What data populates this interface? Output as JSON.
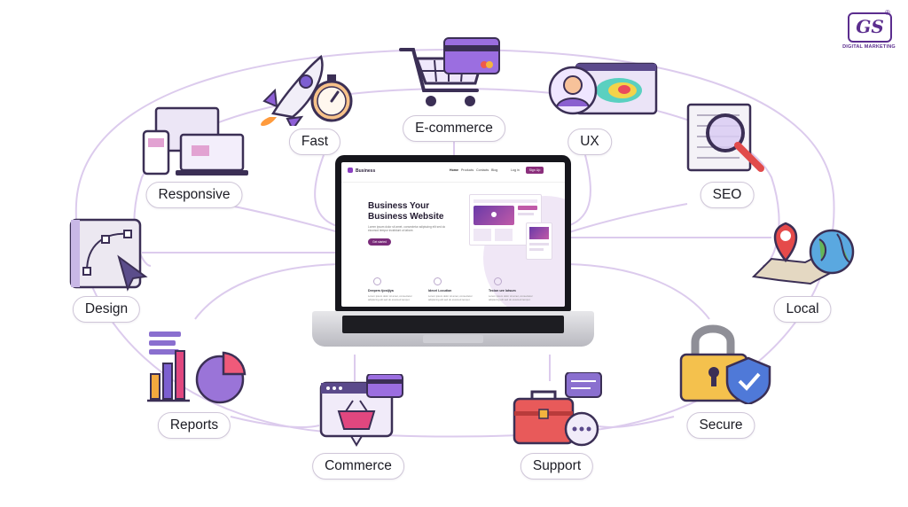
{
  "brand": {
    "mark": "GS",
    "registered": "®",
    "subtitle": "DIGITAL MARKETING"
  },
  "labels": {
    "fast": "Fast",
    "ecommerce": "E-commerce",
    "ux": "UX",
    "responsive": "Responsive",
    "seo": "SEO",
    "design": "Design",
    "local": "Local",
    "reports": "Reports",
    "secure": "Secure",
    "commerce": "Commerce",
    "support": "Support"
  },
  "website": {
    "brand": "Business",
    "nav": [
      "Home",
      "Products",
      "Contacts",
      "Blog"
    ],
    "login": "Log in",
    "signup": "Sign Up",
    "hero_title": "Business Your Business Website",
    "hero_text": "Lorem ipsum dolor sit amet, consectetur adipiscing elit sed do eiusmod tempor incididunt ut labore.",
    "hero_button": "Get started",
    "features": [
      {
        "title": "Deepers tjostjiya",
        "text": "Lorem ipsum dolor sit amet, consectetur adipiscing elit sed do eiusmod tempor."
      },
      {
        "title": "Idecel Locution",
        "text": "Lorem ipsum dolor sit amet, consectetur adipiscing elit sed do eiusmod tempor."
      },
      {
        "title": "Tecion ure lotsum",
        "text": "Lorem ipsum dolor sit amet, consectetur adipiscing elit sed do eiusmod tempor."
      }
    ]
  },
  "icons": [
    "rocket-icon",
    "stopwatch-icon",
    "shopping-cart-icon",
    "credit-card-icon",
    "user-heatmap-icon",
    "devices-icon",
    "magnifier-document-icon",
    "vector-design-icon",
    "map-pin-globe-icon",
    "bar-chart-pie-icon",
    "padlock-shield-icon",
    "shop-basket-icon",
    "toolbox-chat-icon"
  ],
  "colors": {
    "accent": "#8a3fc1",
    "line": "#d9c6ea",
    "brand": "#5b2d8e"
  }
}
